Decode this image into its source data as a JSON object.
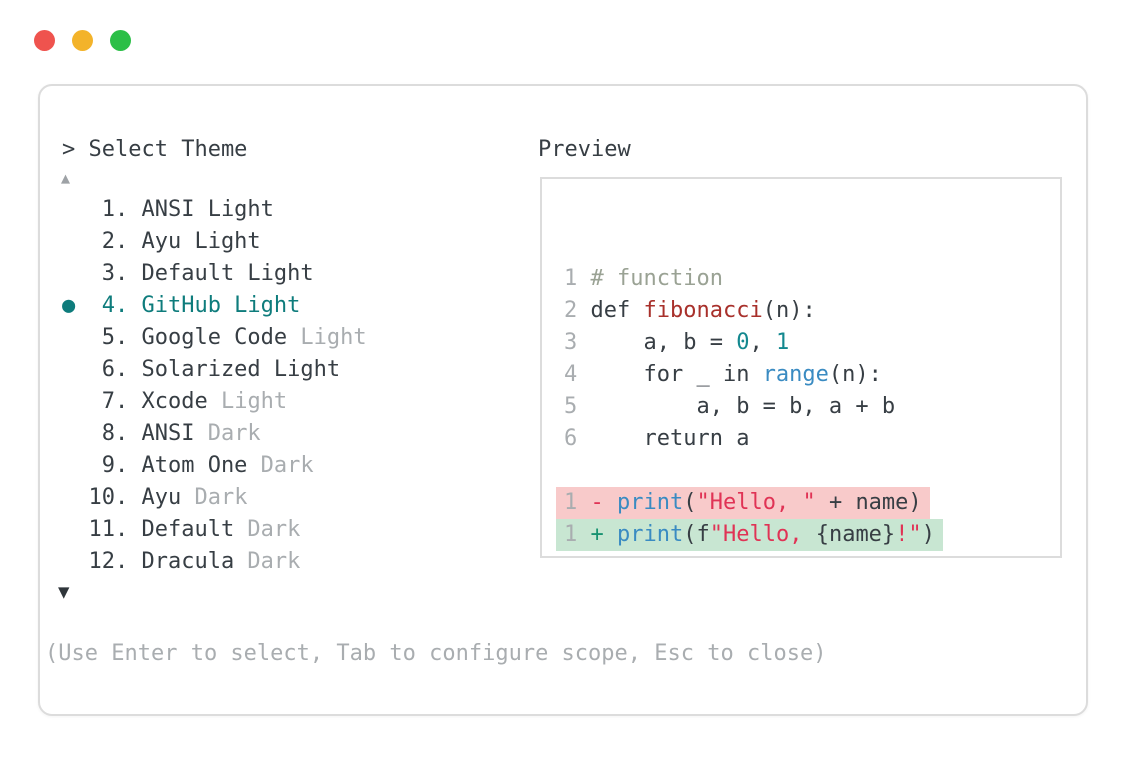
{
  "window": {
    "dots": [
      {
        "name": "close-dot",
        "color": "#ef534e"
      },
      {
        "name": "minimize-dot",
        "color": "#f3b32a"
      },
      {
        "name": "zoom-dot",
        "color": "#2bbf47"
      }
    ]
  },
  "picker": {
    "title": "> Select Theme",
    "up_arrow": "▲",
    "down_arrow": "▼",
    "selected_marker": "●",
    "items": [
      {
        "number": "1",
        "label": "ANSI Light",
        "muted": "",
        "selected": false
      },
      {
        "number": "2",
        "label": "Ayu Light",
        "muted": "",
        "selected": false
      },
      {
        "number": "3",
        "label": "Default Light",
        "muted": "",
        "selected": false
      },
      {
        "number": "4",
        "label": "GitHub Light",
        "muted": "",
        "selected": true
      },
      {
        "number": "5",
        "label": "Google Code",
        "muted": "Light",
        "selected": false
      },
      {
        "number": "6",
        "label": "Solarized Light",
        "muted": "",
        "selected": false
      },
      {
        "number": "7",
        "label": "Xcode",
        "muted": "Light",
        "selected": false
      },
      {
        "number": "8",
        "label": "ANSI",
        "muted": "Dark",
        "selected": false
      },
      {
        "number": "9",
        "label": "Atom One",
        "muted": "Dark",
        "selected": false
      },
      {
        "number": "10",
        "label": "Ayu",
        "muted": "Dark",
        "selected": false
      },
      {
        "number": "11",
        "label": "Default",
        "muted": "Dark",
        "selected": false
      },
      {
        "number": "12",
        "label": "Dracula",
        "muted": "Dark",
        "selected": false
      }
    ],
    "help": "(Use Enter to select, Tab to configure scope, Esc to close)"
  },
  "preview": {
    "title": "Preview",
    "code_lines": [
      {
        "num": "1",
        "segments": [
          {
            "text": "# function",
            "color": "comment"
          }
        ]
      },
      {
        "num": "2",
        "segments": [
          {
            "text": "def ",
            "color": "text"
          },
          {
            "text": "fibonacci",
            "color": "function"
          },
          {
            "text": "(n):",
            "color": "text"
          }
        ]
      },
      {
        "num": "3",
        "segments": [
          {
            "text": "    a, b = ",
            "color": "text"
          },
          {
            "text": "0",
            "color": "number"
          },
          {
            "text": ", ",
            "color": "text"
          },
          {
            "text": "1",
            "color": "number"
          }
        ]
      },
      {
        "num": "4",
        "segments": [
          {
            "text": "    for _ in ",
            "color": "text"
          },
          {
            "text": "range",
            "color": "builtin"
          },
          {
            "text": "(n):",
            "color": "text"
          }
        ]
      },
      {
        "num": "5",
        "segments": [
          {
            "text": "        a, b = b, a + b",
            "color": "text"
          }
        ]
      },
      {
        "num": "6",
        "segments": [
          {
            "text": "    return a",
            "color": "text"
          }
        ]
      }
    ],
    "diff_lines": [
      {
        "num": "1",
        "bg": "removed_bg",
        "segments": [
          {
            "text": "- ",
            "color": "removed_sign"
          },
          {
            "text": "print",
            "color": "builtin"
          },
          {
            "text": "(",
            "color": "text"
          },
          {
            "text": "\"Hello, \"",
            "color": "string"
          },
          {
            "text": " + name)",
            "color": "text"
          }
        ]
      },
      {
        "num": "1",
        "bg": "added_bg",
        "segments": [
          {
            "text": "+ ",
            "color": "added_sign"
          },
          {
            "text": "print",
            "color": "builtin"
          },
          {
            "text": "(f",
            "color": "text"
          },
          {
            "text": "\"Hello, ",
            "color": "string"
          },
          {
            "text": "{name}",
            "color": "text"
          },
          {
            "text": "!\"",
            "color": "string"
          },
          {
            "text": ")",
            "color": "text"
          }
        ]
      }
    ]
  },
  "colors": {
    "text": "#373e44",
    "muted": "#a9adb0",
    "line_number": "#a9adb0",
    "selected_teal": "#0e7c7c",
    "comment": "#9aa294",
    "function": "#a8302b",
    "number": "#13888f",
    "builtin": "#3a8bc2",
    "string": "#e03355",
    "removed_sign": "#e03355",
    "added_sign": "#189271",
    "removed_bg": "#f8caca",
    "added_bg": "#c8e6d2"
  }
}
